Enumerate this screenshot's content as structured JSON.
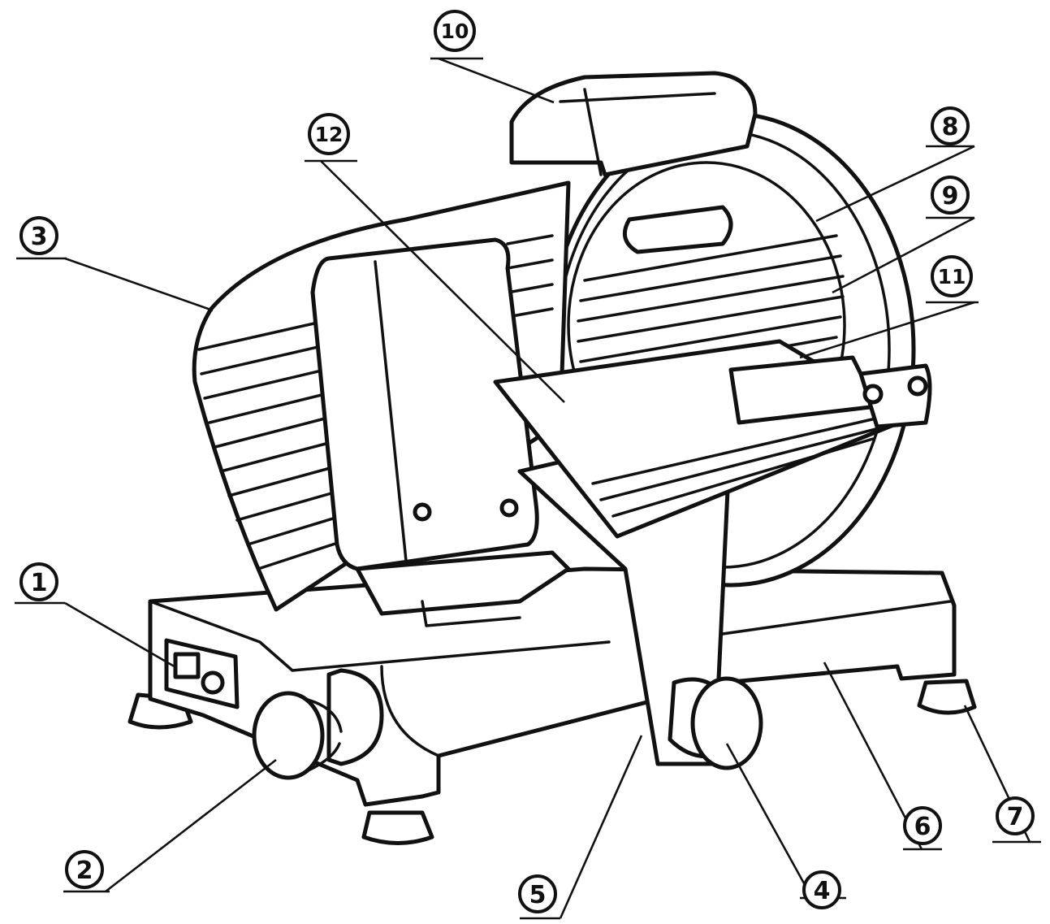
{
  "callouts": [
    {
      "id": "1",
      "label": "1"
    },
    {
      "id": "2",
      "label": "2"
    },
    {
      "id": "3",
      "label": "3"
    },
    {
      "id": "4",
      "label": "4"
    },
    {
      "id": "5",
      "label": "5"
    },
    {
      "id": "6",
      "label": "6"
    },
    {
      "id": "7",
      "label": "7"
    },
    {
      "id": "8",
      "label": "8"
    },
    {
      "id": "9",
      "label": "9"
    },
    {
      "id": "10",
      "label": "10"
    },
    {
      "id": "11",
      "label": "11"
    },
    {
      "id": "12",
      "label": "12"
    }
  ],
  "colors": {
    "line": "#111111",
    "fill": "#ffffff"
  }
}
